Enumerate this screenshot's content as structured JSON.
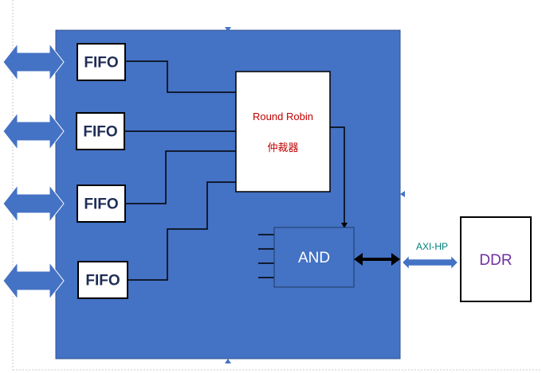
{
  "diagram": {
    "fifos": [
      {
        "label": "FIFO"
      },
      {
        "label": "FIFO"
      },
      {
        "label": "FIFO"
      },
      {
        "label": "FIFO"
      }
    ],
    "arbiter": {
      "line1": "Round Robin",
      "line2": "仲裁器"
    },
    "and_block": {
      "label": "AND"
    },
    "bus": {
      "label": "AXI-HP"
    },
    "ddr": {
      "label": "DDR"
    },
    "colors": {
      "container": "#4472c4",
      "arrow": "#4472c4",
      "arbiter_text": "#c00000",
      "bus_text": "#00807a",
      "ddr_text": "#7030a0",
      "fifo_text": "#1f2d56"
    }
  }
}
